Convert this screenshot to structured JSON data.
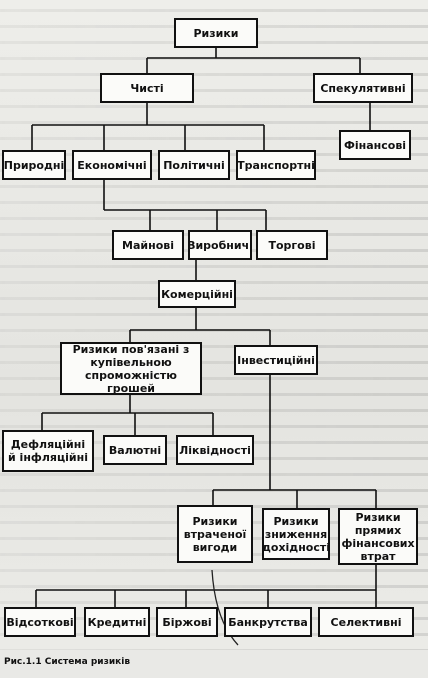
{
  "diagram": {
    "root": "Ризики",
    "level1": {
      "clean": "Чисті",
      "speculative": "Спекулятивні"
    },
    "clean_types": [
      "Природні",
      "Економічні",
      "Політичні",
      "Транспортні"
    ],
    "speculative_types": [
      "Фінансові"
    ],
    "economic_types": [
      "Майнові",
      "Виробничі",
      "Торгові"
    ],
    "commercial": "Комерційні",
    "purchasing_power": "Ризики пов'язані з купівельною спроможністю грошей",
    "investment": "Інвестиційні",
    "purchasing_types": [
      "Дефляційні й інфляційні",
      "Валютні",
      "Ліквідності"
    ],
    "investment_types": [
      "Ризики втраченої вигоди",
      "Ризики зниження дохідності",
      "Ризики прямих фінансових втрат"
    ],
    "loss_types": [
      "Відсоткові",
      "Кредитні",
      "Біржові",
      "Банкрутства",
      "Селективні"
    ]
  },
  "caption": "Рис.1.1 Система ризиків"
}
